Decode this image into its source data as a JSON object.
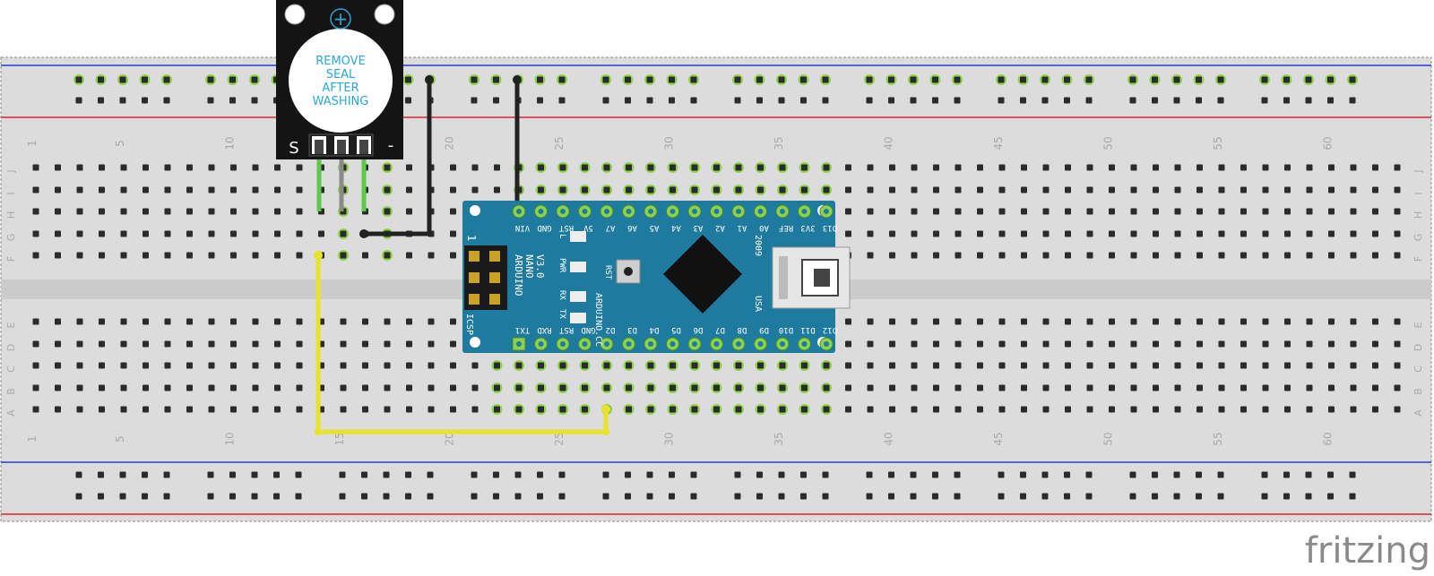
{
  "breadboard": {
    "columns": 63,
    "rows_top": [
      "J",
      "I",
      "H",
      "G",
      "F"
    ],
    "rows_bottom": [
      "E",
      "D",
      "C",
      "B",
      "A"
    ],
    "column_number_labels": [
      "1",
      "5",
      "10",
      "15",
      "20",
      "25",
      "30",
      "35",
      "40",
      "45",
      "50",
      "55",
      "60"
    ],
    "colors": {
      "board": "#dcdcdc",
      "hole": "#2b2b2b",
      "connected": "#8fd14f",
      "blue_rail": "#2a3bd6",
      "red_rail": "#d42a2a"
    }
  },
  "buzzer": {
    "label_lines": [
      "REMOVE",
      "SEAL",
      "AFTER",
      "WASHING"
    ],
    "plus_symbol": "+",
    "pin_s": "S",
    "pin_minus": "-",
    "label_color": "#2aa7d8"
  },
  "arduino": {
    "name_lines": [
      "ARDUINO",
      "NANO",
      "V3.0"
    ],
    "website": "ARDUINO.CC",
    "year": "2009",
    "country": "USA",
    "rst_button": "RST",
    "icsp": "ICSP",
    "icsp_pin1": "1",
    "leds": [
      "L",
      "PWR",
      "RX",
      "TX"
    ],
    "top_pins": [
      "VIN",
      "GND",
      "RST",
      "5V",
      "A7",
      "A6",
      "A5",
      "A4",
      "A3",
      "A2",
      "A1",
      "A0",
      "REF",
      "3V3",
      "D13"
    ],
    "bottom_pins": [
      "TX1",
      "RXD",
      "RST",
      "GND",
      "D2",
      "D3",
      "D4",
      "D5",
      "D6",
      "D7",
      "D8",
      "D9",
      "D10",
      "D11",
      "D12"
    ],
    "board_color": "#1f7aa0"
  },
  "wires": {
    "colors": {
      "black": "#222222",
      "yellow": "#e8e22a",
      "green": "#5cc94a",
      "gray": "#8a8a8a"
    }
  },
  "watermark": "fritzing"
}
